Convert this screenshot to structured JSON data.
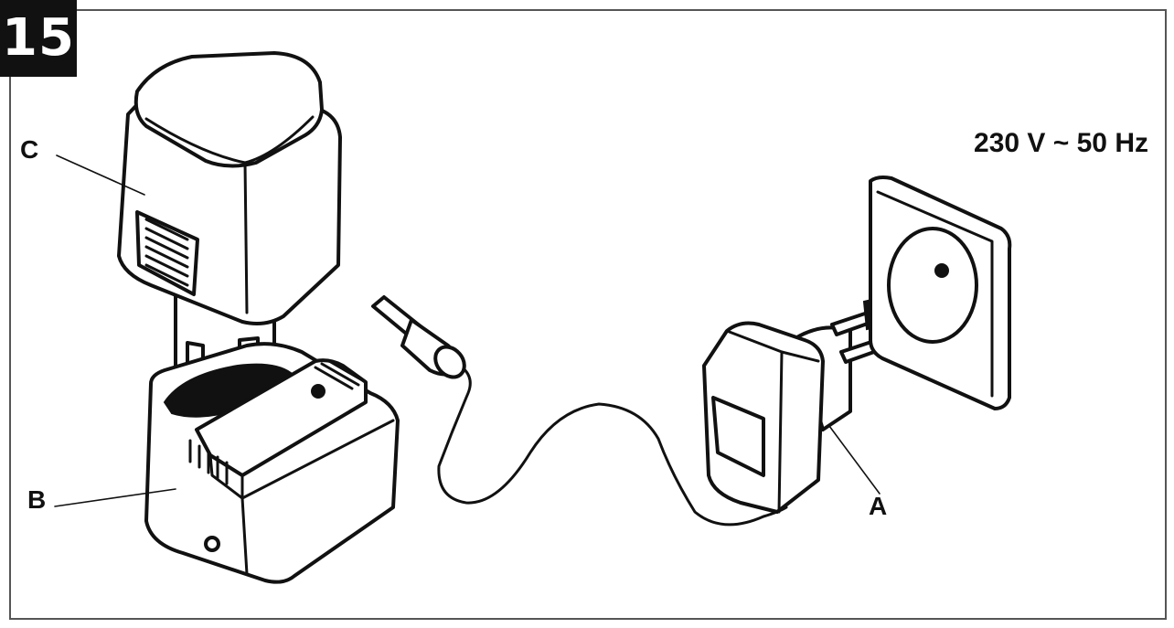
{
  "figure": {
    "number": "15",
    "voltage": "230 V ~ 50 Hz",
    "labels": {
      "a": "A",
      "b": "B",
      "c": "C"
    }
  },
  "colors": {
    "ink": "#111111",
    "background": "#ffffff",
    "frame": "#555555"
  }
}
